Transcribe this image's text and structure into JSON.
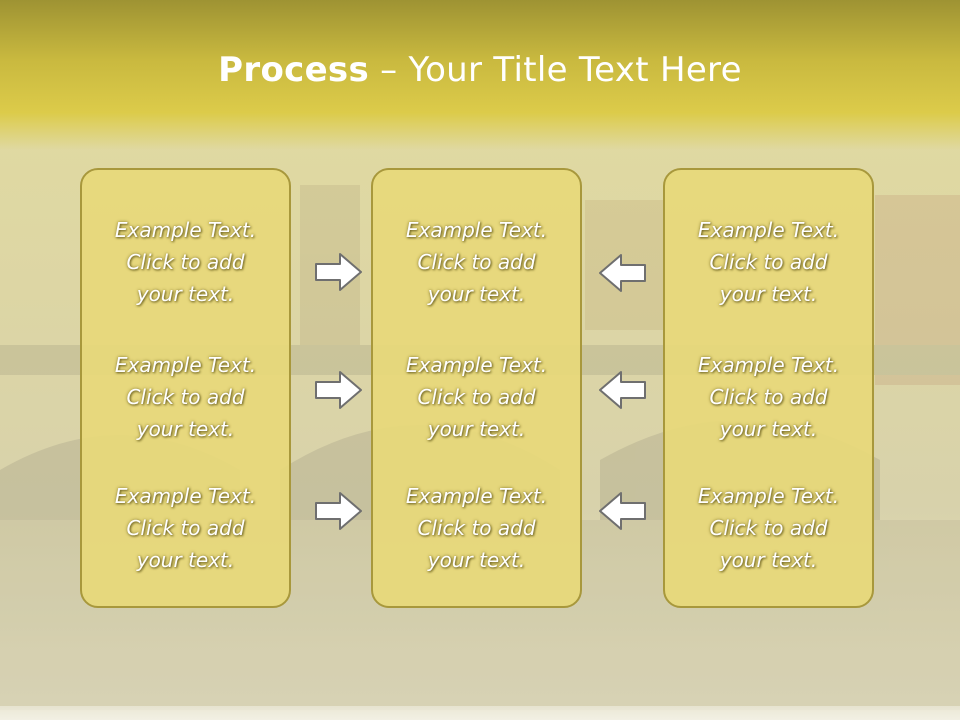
{
  "slide": {
    "title_bold": "Process",
    "title_rest": " – Your Title Text Here",
    "accent_color": "#dccb4a",
    "panel_color": "#e7d87a",
    "panel_border_color": "#a8983c",
    "arrow_color": "#ffffff"
  },
  "columns": [
    {
      "items": [
        {
          "line1": "Example Text.",
          "line2": "Click  to add",
          "line3": "your text."
        },
        {
          "line1": "Example Text.",
          "line2": "Click  to add",
          "line3": "your text."
        },
        {
          "line1": "Example Text.",
          "line2": "Click  to add",
          "line3": "your text."
        }
      ]
    },
    {
      "items": [
        {
          "line1": "Example Text.",
          "line2": "Click  to add",
          "line3": "your text."
        },
        {
          "line1": "Example Text.",
          "line2": "Click  to add",
          "line3": "your text."
        },
        {
          "line1": "Example Text.",
          "line2": "Click  to add",
          "line3": "your text."
        }
      ]
    },
    {
      "items": [
        {
          "line1": "Example Text.",
          "line2": "Click  to add",
          "line3": "your text."
        },
        {
          "line1": "Example Text.",
          "line2": "Click  to add",
          "line3": "your text."
        },
        {
          "line1": "Example Text.",
          "line2": "Click  to add",
          "line3": "your text."
        }
      ]
    }
  ],
  "arrows": {
    "left_group": {
      "icon": "arrow-right-icon",
      "direction": "right",
      "count": 3
    },
    "right_group": {
      "icon": "arrow-left-icon",
      "direction": "left",
      "count": 3
    }
  }
}
